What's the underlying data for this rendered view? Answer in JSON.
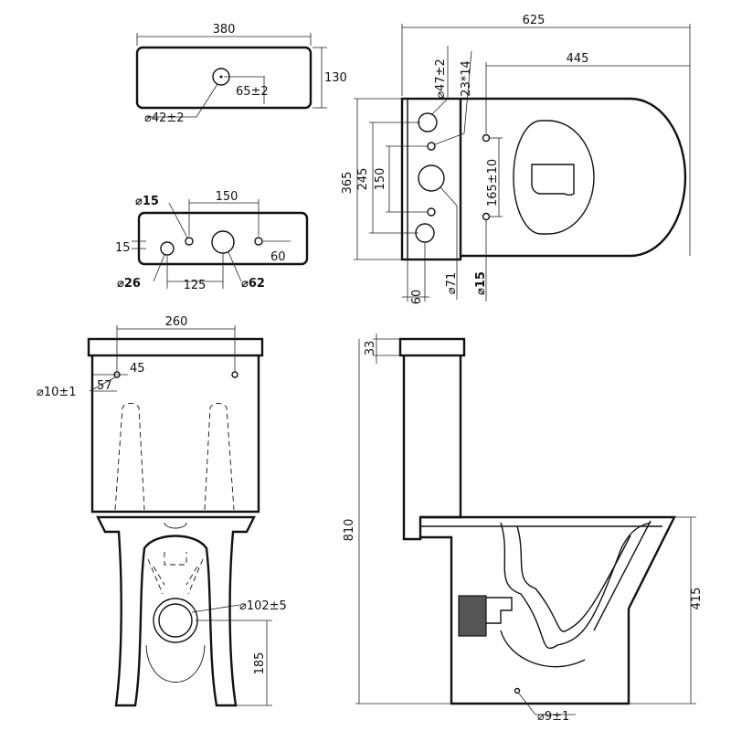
{
  "tank_top": {
    "width": "380",
    "height": "130",
    "offset": "65±2",
    "hole_dia": "⌀42±2"
  },
  "tank_bottom": {
    "hole_small": "⌀15",
    "spacing_top": "150",
    "offset_left": "15",
    "offset_right": "60",
    "hole_left": "⌀26",
    "spacing_bottom": "125",
    "hole_center": "⌀62"
  },
  "plan": {
    "overall_length": "625",
    "seat_length": "445",
    "depth": "365",
    "inner_245": "245",
    "inner_150": "150",
    "hole_47": "⌀47±2",
    "hole_23x14": "23*14",
    "hole_spacing": "165±10",
    "hole_71": "⌀71",
    "hole_15": "⌀15",
    "bottom_60": "60"
  },
  "front": {
    "width": "260",
    "offset_45": "45",
    "offset_57": "57",
    "hole_10": "⌀10±1",
    "outlet": "⌀102±5",
    "outlet_height": "185"
  },
  "side": {
    "top_33": "33",
    "total_height": "810",
    "rim_height": "415",
    "fix_hole": "⌀9±1"
  }
}
